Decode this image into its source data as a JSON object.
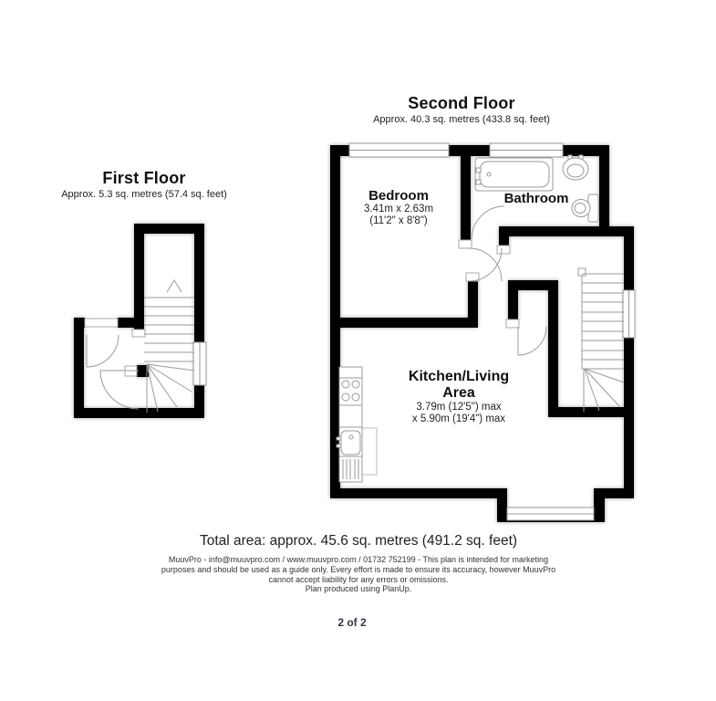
{
  "floors": {
    "second": {
      "title": "Second Floor",
      "subtitle": "Approx. 40.3 sq. metres (433.8 sq. feet)"
    },
    "first": {
      "title": "First Floor",
      "subtitle": "Approx. 5.3 sq. metres (57.4 sq. feet)"
    }
  },
  "rooms": {
    "bedroom": {
      "name": "Bedroom",
      "dims_metric": "3.41m x 2.63m",
      "dims_imperial": "(11'2\" x 8'8\")"
    },
    "bathroom": {
      "name": "Bathroom"
    },
    "kitchen_living": {
      "name_line1": "Kitchen/Living",
      "name_line2": "Area",
      "dims_line1": "3.79m (12'5\") max",
      "dims_line2": "x 5.90m (19'4\") max"
    }
  },
  "summary": {
    "total_area": "Total area: approx. 45.6 sq. metres (491.2 sq. feet)"
  },
  "footer": {
    "lines": [
      "MuuvPro - info@muuvpro.com / www.muuvpro.com / 01732 752199 - This plan is intended for marketing",
      "purposes and should be used as a guide only. Every effort is made to ensure its accuracy, however MuuvPro",
      "cannot accept liability for any errors or omissions.",
      "Plan produced using PlanUp."
    ]
  },
  "pager": {
    "indicator": "2 of 2"
  },
  "colors": {
    "wall": "#000000",
    "fixture_line": "#999999",
    "indicator_text": "#2e3542"
  }
}
